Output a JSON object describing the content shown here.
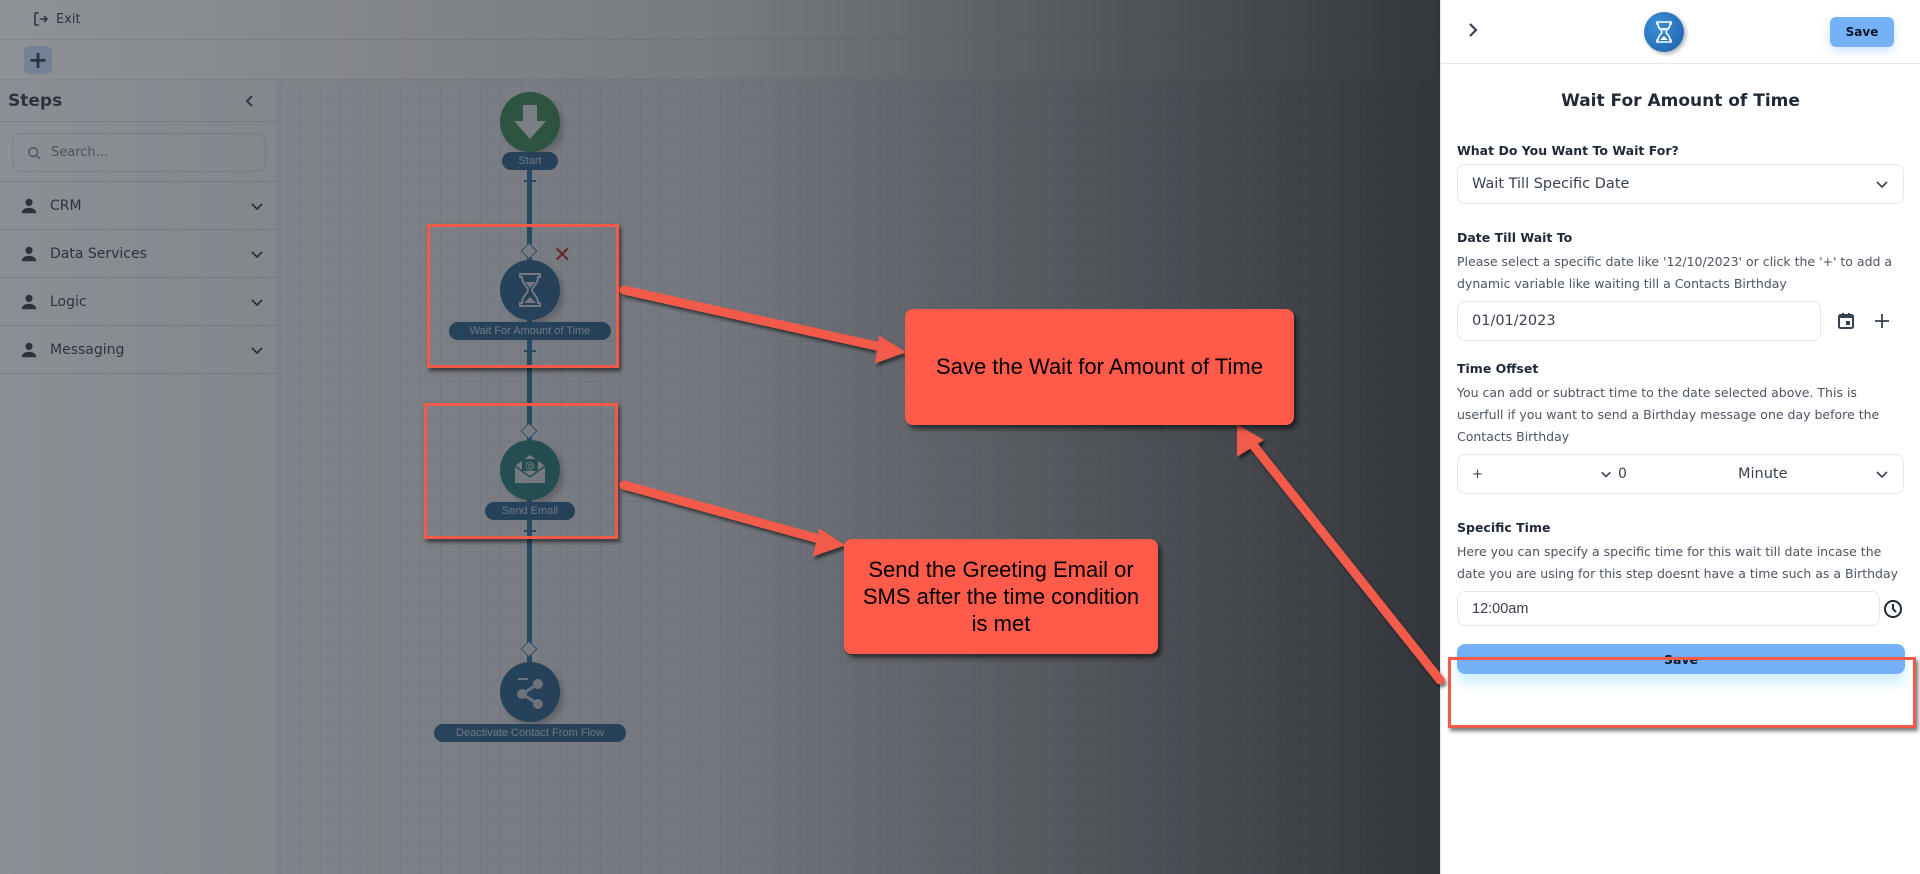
{
  "topbar": {
    "exit_label": "Exit"
  },
  "toolbar": {
    "add_label": "+"
  },
  "sidebar": {
    "title": "Steps",
    "search_placeholder": "Search...",
    "items": [
      {
        "label": "CRM",
        "icon": "person-icon"
      },
      {
        "label": "Data Services",
        "icon": "person-icon"
      },
      {
        "label": "Logic",
        "icon": "person-icon"
      },
      {
        "label": "Messaging",
        "icon": "person-icon"
      }
    ]
  },
  "flow": {
    "nodes": [
      {
        "label": "Start",
        "icon": "arrow-down-icon",
        "color": "#2f8a4c"
      },
      {
        "label": "Wait For Amount of Time",
        "icon": "hourglass-icon",
        "color": "#1e5b8c"
      },
      {
        "label": "Send Email",
        "icon": "email-icon",
        "color": "#1a7a7a"
      },
      {
        "label": "Deactivate Contact From Flow",
        "icon": "share-icon",
        "color": "#1e5b8c"
      }
    ],
    "delete_symbol": "✕"
  },
  "panel": {
    "title": "Wait For Amount of Time",
    "save_top_label": "Save",
    "wait_for": {
      "label": "What Do You Want To Wait For?",
      "value": "Wait Till Specific Date"
    },
    "date": {
      "label": "Date Till Wait To",
      "help": "Please select a specific date like '12/10/2023' or click the '+' to add a dynamic variable like waiting till a Contacts Birthday",
      "value": "01/01/2023"
    },
    "offset": {
      "label": "Time Offset",
      "help": "You can add or subtract time to the date selected above. This is userfull if you want to send a Birthday message one day before the Contacts Birthday",
      "sign": "+",
      "amount": "0",
      "unit": "Minute"
    },
    "specific_time": {
      "label": "Specific Time",
      "help": "Here you can specify a specific time for this wait till date incase the date you are using for this step doesnt have a time such as a Birthday",
      "value": "12:00am"
    },
    "save_label": "Save"
  },
  "annotations": {
    "callout_save": "Save the Wait for Amount of Time",
    "callout_send": "Send the Greeting Email or SMS after the time condition is met",
    "color": "#ff5a4a"
  }
}
